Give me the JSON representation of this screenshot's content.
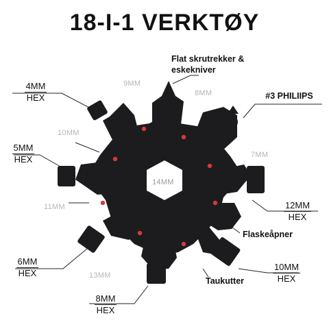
{
  "title": "18-I-1 VERKTØY",
  "callouts": {
    "flat": "Flat skrutrekker & eskekniver",
    "phillips": "#3 PHILIIPS",
    "hex4": [
      "4MM",
      "HEX"
    ],
    "hex5": [
      "5MM",
      "HEX"
    ],
    "hex6": [
      "6MM",
      "HEX"
    ],
    "hex8": [
      "8MM",
      "HEX"
    ],
    "hex10": [
      "10MM",
      "HEX"
    ],
    "hex12": [
      "12MM",
      "HEX"
    ],
    "bottle": "Flaskeåpner",
    "rope": "Taukutter"
  },
  "sizes": {
    "s9": "9MM",
    "s8": "8MM",
    "s10": "10MM",
    "s7": "7MM",
    "s14": "14MM",
    "s11": "11MM",
    "s13": "13MM"
  },
  "colors": {
    "tool": "#1c1c1e",
    "dot": "#d63a3a",
    "line": "#222222"
  }
}
